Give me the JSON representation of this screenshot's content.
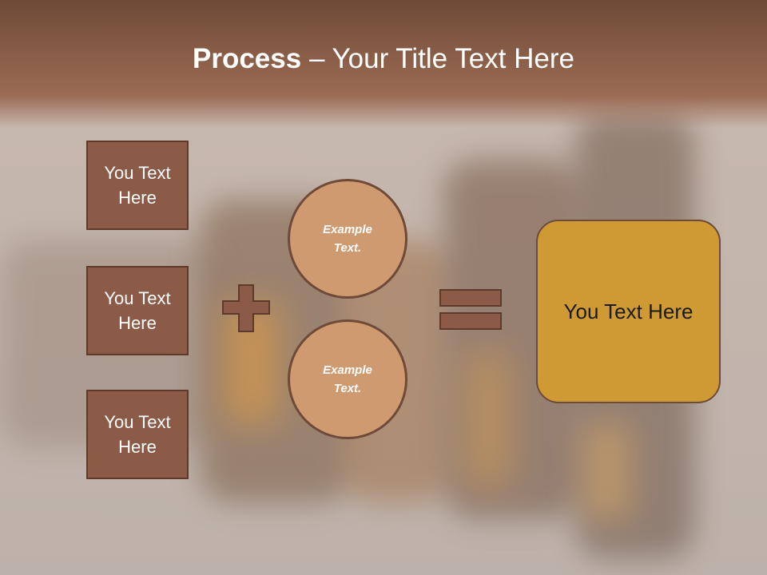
{
  "title": {
    "bold": "Process",
    "rest": " – Your Title Text Here"
  },
  "left_boxes": [
    {
      "label": "You Text Here"
    },
    {
      "label": "You Text Here"
    },
    {
      "label": "You Text Here"
    }
  ],
  "circles": [
    {
      "label": "Example Text."
    },
    {
      "label": "Example Text."
    }
  ],
  "result": {
    "label": "You Text Here"
  },
  "colors": {
    "header_brown": "#8a5e48",
    "box_fill": "#8b5b47",
    "circle_fill": "#cf9a70",
    "result_fill": "#cf9a33",
    "outline": "#5e3a2c"
  },
  "icons": [
    "plus-icon",
    "equals-icon"
  ]
}
